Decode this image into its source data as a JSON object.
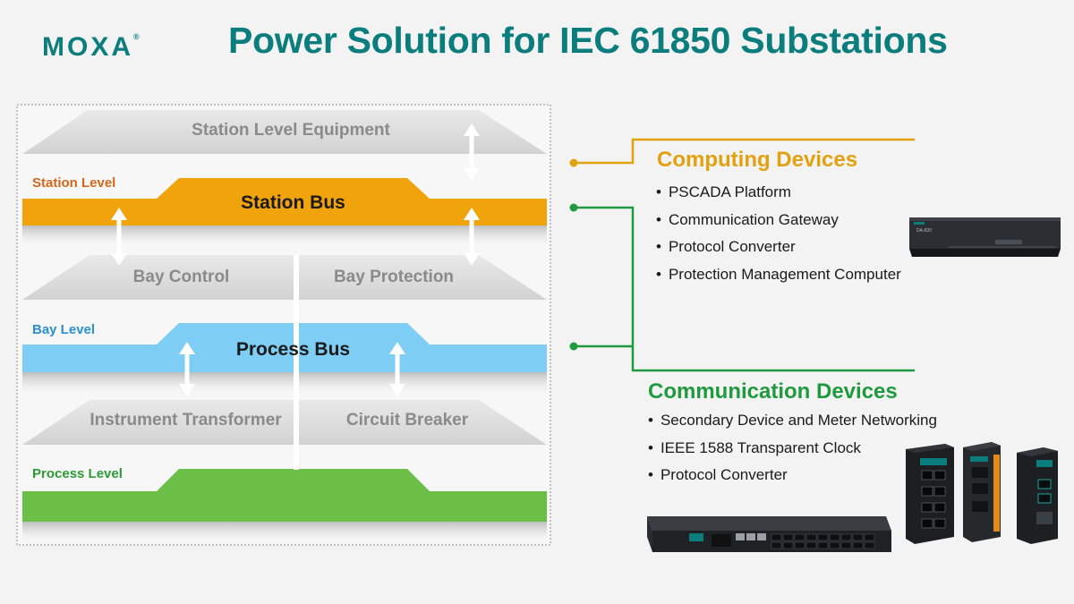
{
  "brand": {
    "logo": "MOXA",
    "logo_mark": "®"
  },
  "header": {
    "title": "Power Solution for IEC 61850 Substations"
  },
  "diagram": {
    "station_equipment": "Station Level Equipment",
    "station_level": "Station Level",
    "station_bus": "Station Bus",
    "bay_control": "Bay Control",
    "bay_protection": "Bay Protection",
    "bay_level": "Bay Level",
    "process_bus": "Process Bus",
    "instrument_transformer": "Instrument Transformer",
    "circuit_breaker": "Circuit Breaker",
    "process_level": "Process Level"
  },
  "colors": {
    "brand": "#0a7d7c",
    "station": "#f0a30a",
    "station_label": "#d4661c",
    "bay": "#7dcdf5",
    "bay_label": "#2a8fd0",
    "process": "#6cbf46",
    "process_label": "#2e9a35",
    "computing": "#e3a10f",
    "communication": "#1f9a3e"
  },
  "computing": {
    "title": "Computing Devices",
    "items": [
      "PSCADA Platform",
      "Communication Gateway",
      "Protocol Converter",
      "Protection Management Computer"
    ],
    "device_label": "DA-820"
  },
  "communication": {
    "title": "Communication Devices",
    "items": [
      "Secondary Device and Meter Networking",
      "IEEE 1588 Transparent Clock",
      "Protocol Converter"
    ]
  }
}
